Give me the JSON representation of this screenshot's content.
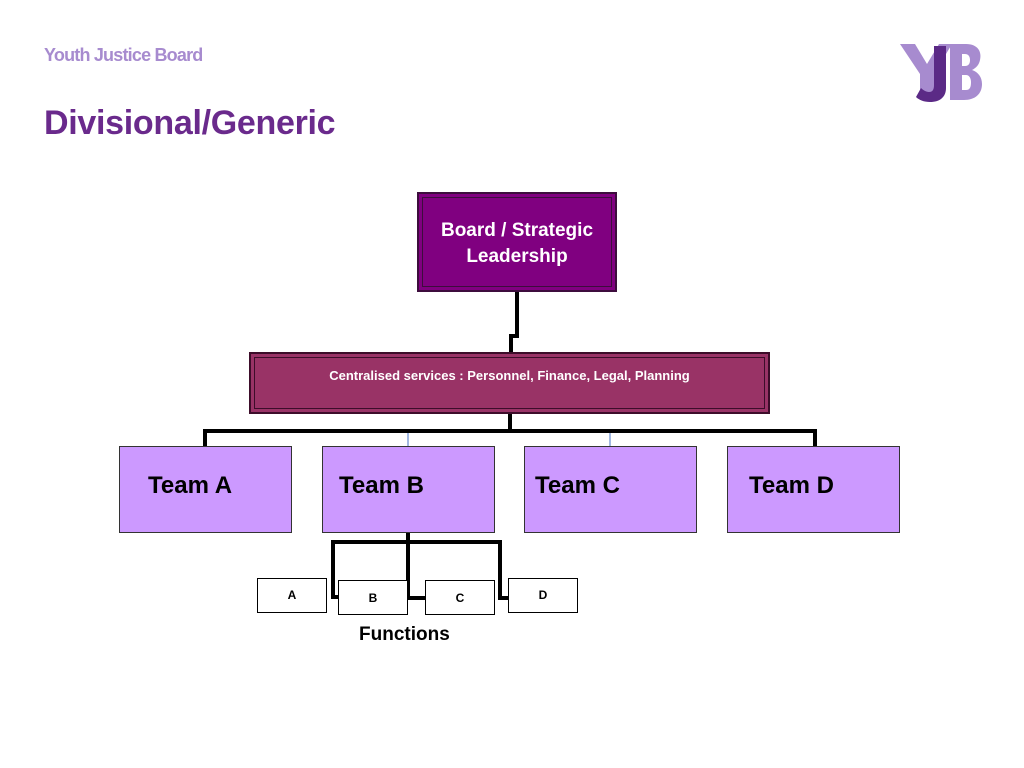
{
  "header": {
    "org_name": "Youth Justice Board",
    "slide_title": "Divisional/Generic",
    "logo_text": "YJB"
  },
  "diagram": {
    "board": {
      "line1": "Board / Strategic",
      "line2": "Leadership"
    },
    "central_services": "Centralised services : Personnel, Finance, Legal, Planning",
    "teams": [
      "Team A",
      "Team B",
      "Team C",
      "Team D"
    ],
    "functions": [
      "A",
      "B",
      "C",
      "D"
    ],
    "functions_label": "Functions"
  },
  "colors": {
    "board_fill": "#800080",
    "central_fill": "#993366",
    "team_fill": "#cc99ff",
    "title": "#6a2a8c",
    "org_name": "#a78bcf",
    "logo_light": "#a78bcf",
    "logo_dark": "#5b2a86"
  }
}
